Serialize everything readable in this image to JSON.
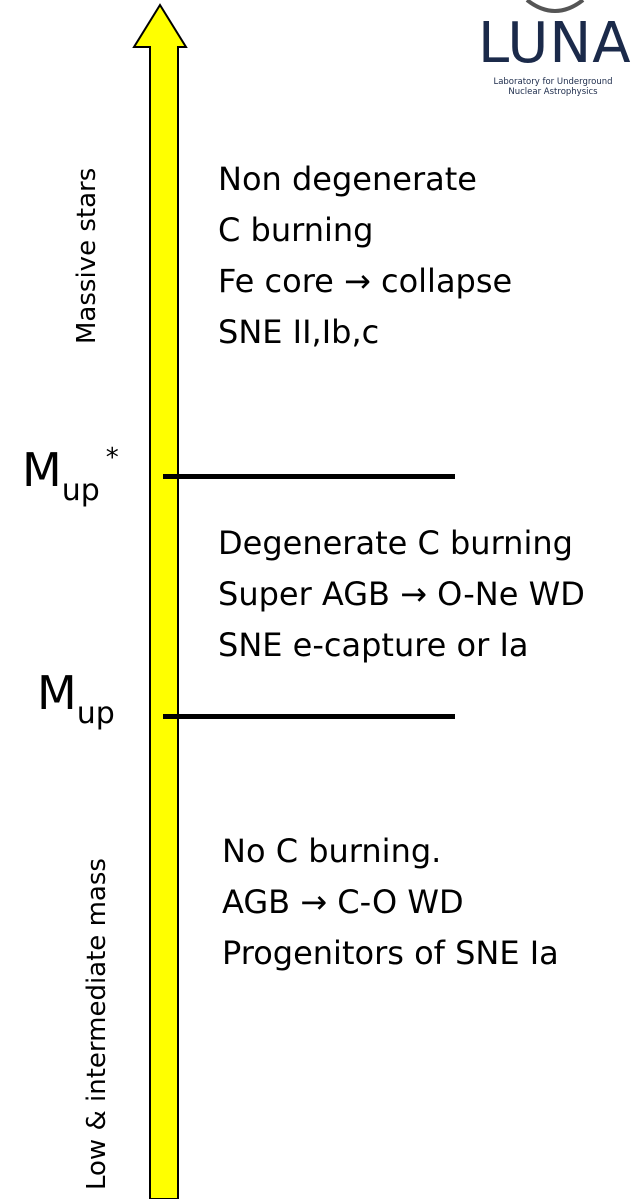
{
  "logo": {
    "wordmark": "LUNA",
    "subtitle_lines": [
      "Laboratory for Underground",
      "Nuclear Astrophysics"
    ]
  },
  "axis": {
    "top_label": "Massive stars",
    "bottom_label": "Low & intermediate mass",
    "arrow_color": "#ffff00"
  },
  "thresholds": {
    "mup_star": {
      "main": "M",
      "sub": "up",
      "sup": "*"
    },
    "mup": {
      "main": "M",
      "sub": "up"
    }
  },
  "regions": {
    "massive": [
      "Non degenerate",
      "C burning",
      "Fe core →  collapse",
      "SNE II,Ib,c"
    ],
    "super_agb": [
      "Degenerate C burning",
      "Super AGB → O-Ne WD",
      "SNE e-capture or Ia"
    ],
    "low_mass": [
      "No C burning.",
      "AGB → C-O WD",
      "Progenitors of SNE Ia"
    ]
  }
}
